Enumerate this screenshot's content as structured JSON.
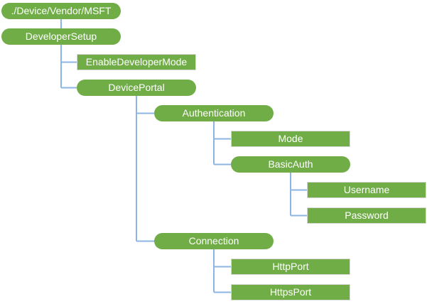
{
  "diagram": {
    "kind": "hierarchy-tree",
    "root": "./Device/Vendor/MSFT"
  },
  "colors": {
    "node_fill": "#70AD47",
    "node_text": "#FFFFFF",
    "leaf_border": "#D9D9D9",
    "connector": "#8EB4E3"
  },
  "tree": {
    "nodes": [
      {
        "label": "./Device/Vendor/MSFT",
        "level": 0,
        "parent": null,
        "shape": "rounded"
      },
      {
        "label": "DeveloperSetup",
        "level": 0,
        "parent": "./Device/Vendor/MSFT",
        "shape": "rounded"
      },
      {
        "label": "EnableDeveloperMode",
        "level": 1,
        "parent": "DeveloperSetup",
        "shape": "rectangle"
      },
      {
        "label": "DevicePortal",
        "level": 1,
        "parent": "DeveloperSetup",
        "shape": "rounded"
      },
      {
        "label": "Authentication",
        "level": 2,
        "parent": "DevicePortal",
        "shape": "rounded"
      },
      {
        "label": "Mode",
        "level": 3,
        "parent": "Authentication",
        "shape": "rectangle"
      },
      {
        "label": "BasicAuth",
        "level": 3,
        "parent": "Authentication",
        "shape": "rounded"
      },
      {
        "label": "Username",
        "level": 4,
        "parent": "BasicAuth",
        "shape": "rectangle"
      },
      {
        "label": "Password",
        "level": 4,
        "parent": "BasicAuth",
        "shape": "rectangle"
      },
      {
        "label": "Connection",
        "level": 2,
        "parent": "DevicePortal",
        "shape": "rounded"
      },
      {
        "label": "HttpPort",
        "level": 3,
        "parent": "Connection",
        "shape": "rectangle"
      },
      {
        "label": "HttpsPort",
        "level": 3,
        "parent": "Connection",
        "shape": "rectangle"
      }
    ]
  }
}
